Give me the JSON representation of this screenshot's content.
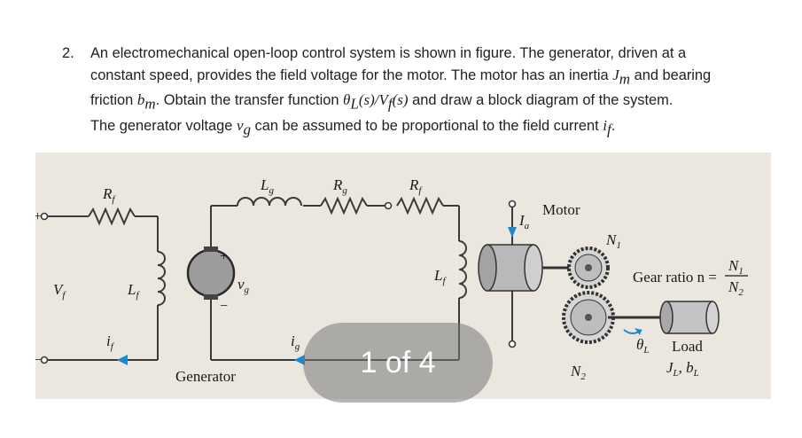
{
  "problem": {
    "number": "2.",
    "line1": "An electromechanical open-loop control system is shown in figure. The generator, driven at a",
    "line2": "constant speed, provides the field voltage for the motor. The motor has an inertia ",
    "line2_jm": "J",
    "line2_jm_sub": "m",
    "line2_end": " and bearing",
    "line3a": "friction ",
    "line3_bm": "b",
    "line3_bm_sub": "m",
    "line3b": ". Obtain the transfer function ",
    "line3_tf": "θ",
    "line3_tf_sub": "L",
    "line3_tf_mid": "(s)/V",
    "line3_tf_sub2": "f",
    "line3_tf_end": "(s)",
    "line3c": " and draw a block diagram of the system.",
    "line4a": "The generator voltage ",
    "line4_vg": "v",
    "line4_vg_sub": "g",
    "line4b": " can be assumed to be proportional to the field current ",
    "line4_if": "i",
    "line4_if_sub": "f",
    "line4c": "."
  },
  "figure": {
    "labels": {
      "Rf_left": "R",
      "Rf_left_sub": "f",
      "Lg": "L",
      "Lg_sub": "g",
      "Rg": "R",
      "Rg_sub": "g",
      "Rf_right": "R",
      "Rf_right_sub": "f",
      "Vf": "V",
      "Vf_sub": "f",
      "Lf_left": "L",
      "Lf_left_sub": "f",
      "if": "i",
      "if_sub": "f",
      "vg": "v",
      "vg_sub": "g",
      "ig": "i",
      "ig_sub": "g",
      "Lf_right": "L",
      "Lf_right_sub": "f",
      "Ia": "I",
      "Ia_sub": "a",
      "plus_left": "+",
      "minus_left": "−",
      "plus_gen": "+",
      "minus_gen": "−",
      "generator": "Generator",
      "motor": "Motor",
      "N1": "N",
      "N1_sub": "1",
      "N2": "N",
      "N2_sub": "2",
      "gear_ratio": "Gear ratio n =",
      "gear_num": "N",
      "gear_num_sub": "1",
      "gear_den": "N",
      "gear_den_sub": "2",
      "thetaL": "θ",
      "thetaL_sub": "L",
      "load": "Load",
      "JL": "J",
      "JL_sub": "L",
      "bL": "b",
      "bL_sub": "L"
    }
  },
  "page_indicator": "1 of 4",
  "colors": {
    "figure_background": "#ebe7df",
    "wire": "#3a3a3a",
    "cylinder": "#b9b9b9",
    "overlay_pill": "#8c8c8c"
  }
}
